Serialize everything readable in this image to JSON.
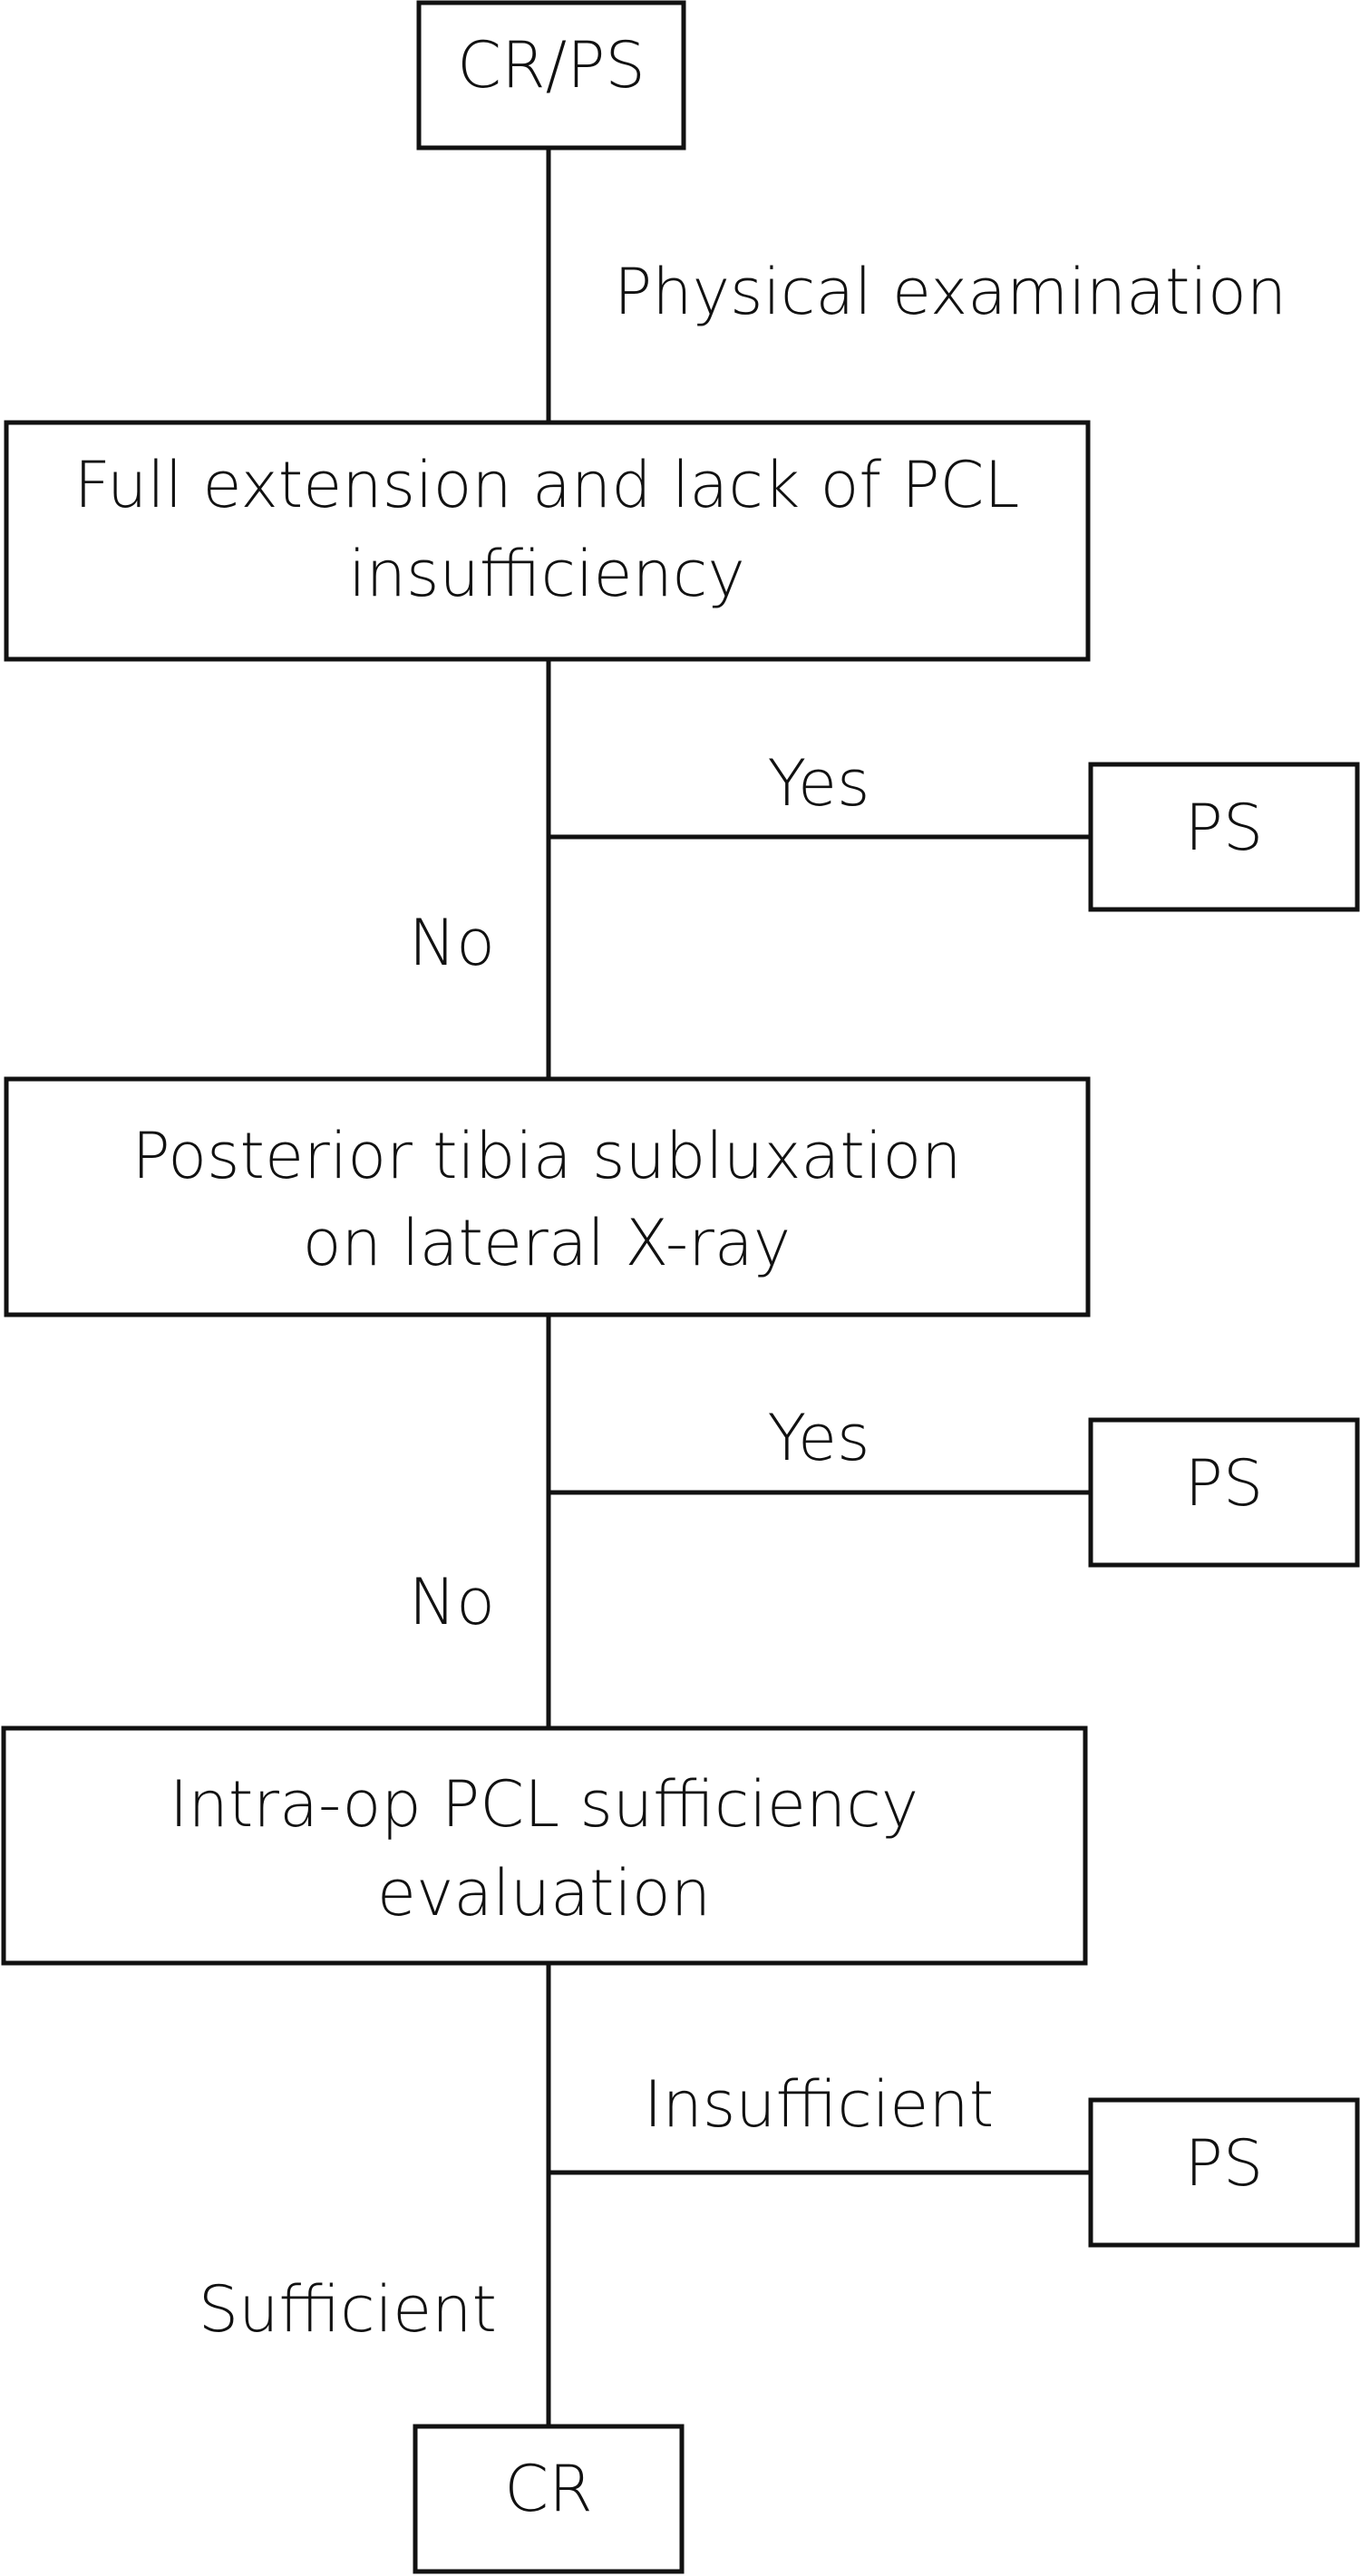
{
  "nodes": {
    "start": {
      "label": "CR/PS"
    },
    "q1": {
      "lines": [
        "Full extension and lack of PCL",
        "insufficiency"
      ]
    },
    "q2": {
      "lines": [
        "Posterior tibia subluxation",
        "on lateral X-ray"
      ]
    },
    "q3": {
      "lines": [
        "Intra-op PCL sufficiency",
        "evaluation"
      ]
    },
    "ps1": {
      "label": "PS"
    },
    "ps2": {
      "label": "PS"
    },
    "ps3": {
      "label": "PS"
    },
    "end": {
      "label": "CR"
    }
  },
  "edges": {
    "start_to_q1": {
      "label": "Physical examination"
    },
    "q1_yes": {
      "label": "Yes"
    },
    "q1_no": {
      "label": "No"
    },
    "q2_yes": {
      "label": "Yes"
    },
    "q2_no": {
      "label": "No"
    },
    "q3_insufficient": {
      "label": "Insufficient"
    },
    "q3_sufficient": {
      "label": "Sufficient"
    }
  }
}
